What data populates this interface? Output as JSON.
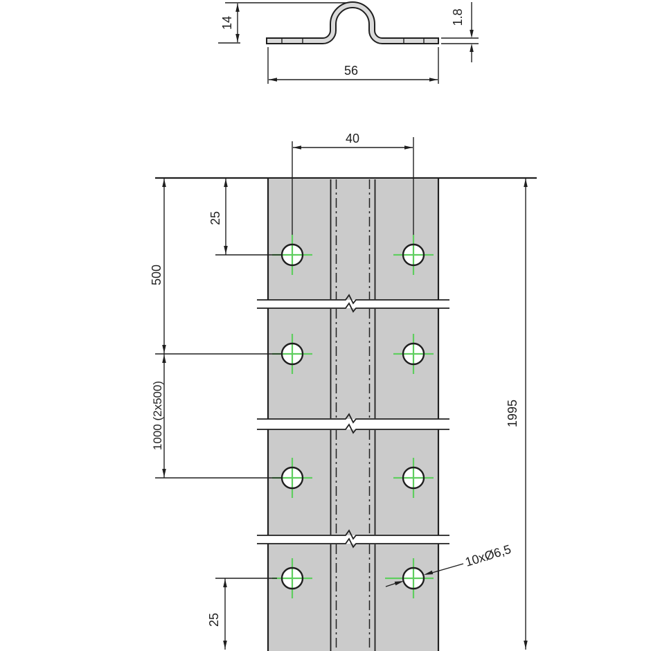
{
  "section_view": {
    "height_dim": "14",
    "thickness_dim": "1.8",
    "width_dim": "56"
  },
  "plan_view": {
    "hole_pitch_dim": "40",
    "top_offset_dim": "25",
    "first_pitch_dim": "500",
    "double_pitch_dim": "1000  (2x500)",
    "total_length_dim": "1995",
    "bottom_offset_dim": "25",
    "hole_callout": "10xØ6,5",
    "visible_hole_rows": 4,
    "hole_columns": 2,
    "visible_holes": 8,
    "break_count": 3
  },
  "colors": {
    "line": "#1f1f1f",
    "part_fill": "#cbcbcb",
    "section_fill": "#dadada",
    "centerline": "#5fce5f",
    "background": "#ffffff"
  }
}
